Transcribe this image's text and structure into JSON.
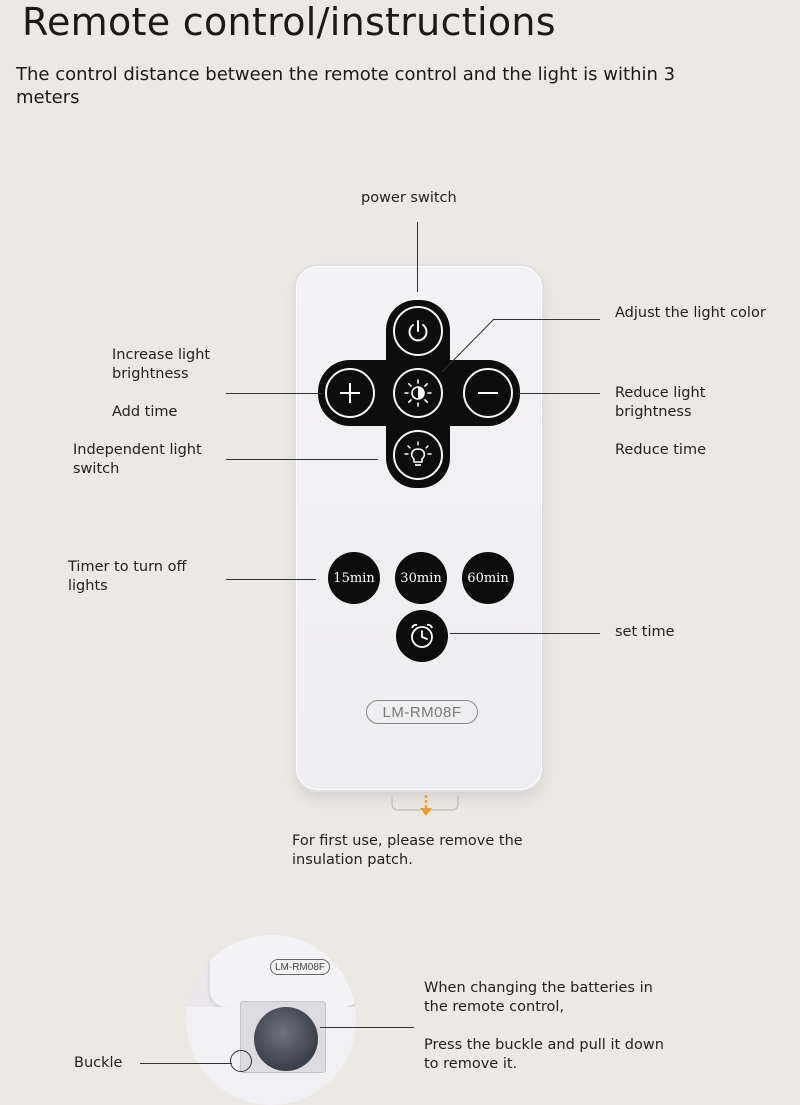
{
  "header": {
    "title": "Remote control/instructions",
    "subtitle": "The control distance between the remote control and the light is within 3 meters"
  },
  "labels": {
    "power_switch": "power switch",
    "adjust_color": "Adjust the light color",
    "increase_brightness": "Increase light brightness",
    "add_time": "Add time",
    "reduce_brightness": "Reduce light brightness",
    "reduce_time": "Reduce time",
    "independent_switch": "Independent light switch",
    "timer_off": "Timer to turn off lights",
    "set_time": "set time",
    "buckle": "Buckle"
  },
  "remote": {
    "model": "LM-RM08F",
    "timer_buttons": [
      "15min",
      "30min",
      "60min"
    ]
  },
  "notes": {
    "first_use": "For first use, please remove the insulation patch.",
    "battery_change": "When changing the batteries in the remote control,",
    "battery_remove": "Press the buckle and pull it down to remove it."
  },
  "battery_figure": {
    "model": "LM-RM08F"
  },
  "colors": {
    "background": "#ece8e3",
    "button": "#0d0d0d",
    "accent_arrow": "#e8a23a"
  }
}
